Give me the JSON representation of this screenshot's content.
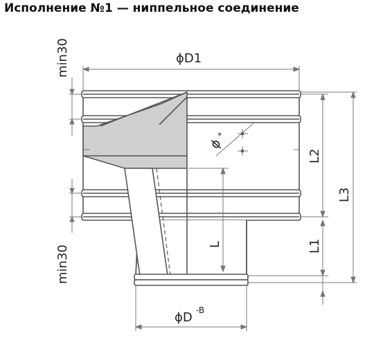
{
  "title": "Исполнение №1 — ниппельное соединение",
  "labels": {
    "phi_d1": "ϕD1",
    "phi_star_phi": "ϕ",
    "phi_star_star": "*",
    "l2": "L2",
    "l3": "L3",
    "l": "L",
    "l1": "L1",
    "min30_top": "min30",
    "min30_bottom": "min30",
    "phi_d": "ϕD",
    "phi_d_sup": "-B"
  },
  "colors": {
    "line": "#555555",
    "shade": "#cfcfcf",
    "dim": "#777777"
  }
}
